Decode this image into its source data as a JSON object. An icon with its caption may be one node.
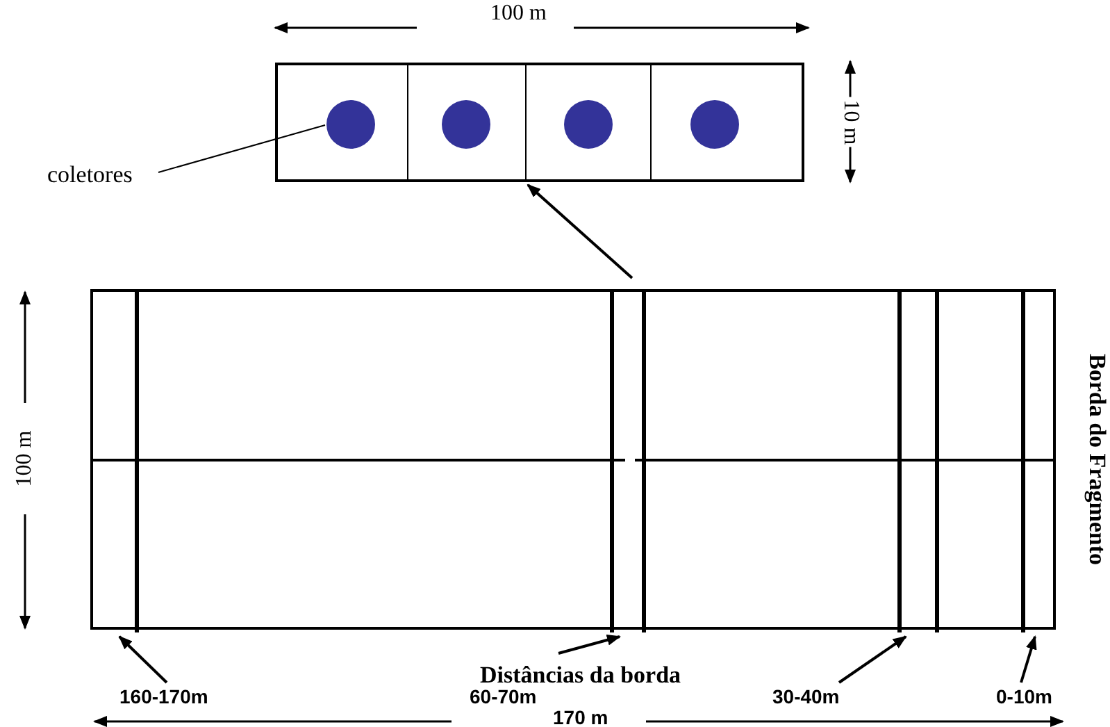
{
  "diagram": {
    "nodes": [
      {
        "text": [
          "coletores"
        ]
      },
      {
        "text": [],
        "shape": "box"
      },
      {
        "text": [],
        "shape": "circle",
        "in": 1
      },
      {
        "text": [],
        "shape": "circle",
        "in": 1
      },
      {
        "text": [],
        "shape": "circle",
        "in": 1
      },
      {
        "text": [],
        "shape": "circle",
        "in": 1
      },
      {
        "text": [],
        "shape": "box"
      },
      {
        "text": [
          "160-170m"
        ]
      },
      {
        "text": [
          "60-70m"
        ]
      },
      {
        "text": [
          "30-40m"
        ]
      },
      {
        "text": [
          "0-10m"
        ]
      },
      {
        "text": [],
        "shape": "bar",
        "in": 6
      },
      {
        "text": [],
        "shape": "bar",
        "in": 6
      },
      {
        "text": [],
        "shape": "bar",
        "in": 6
      },
      {
        "text": [],
        "shape": "bar",
        "in": 6
      }
    ],
    "edges": [
      {
        "from": 0,
        "to": 2,
        "arrow": "none"
      },
      {
        "from": 12,
        "to": 1,
        "arrow": "to"
      },
      {
        "from": 7,
        "to": 11,
        "arrow": "to"
      },
      {
        "from": 8,
        "to": 12,
        "arrow": "to"
      },
      {
        "from": 9,
        "to": 13,
        "arrow": "to"
      },
      {
        "from": 10,
        "to": 14,
        "arrow": "to"
      }
    ],
    "labels": [
      "100 m",
      "10 m",
      "100 m",
      "Borda do Fragmento",
      "Distâncias da borda",
      "170 m"
    ]
  }
}
